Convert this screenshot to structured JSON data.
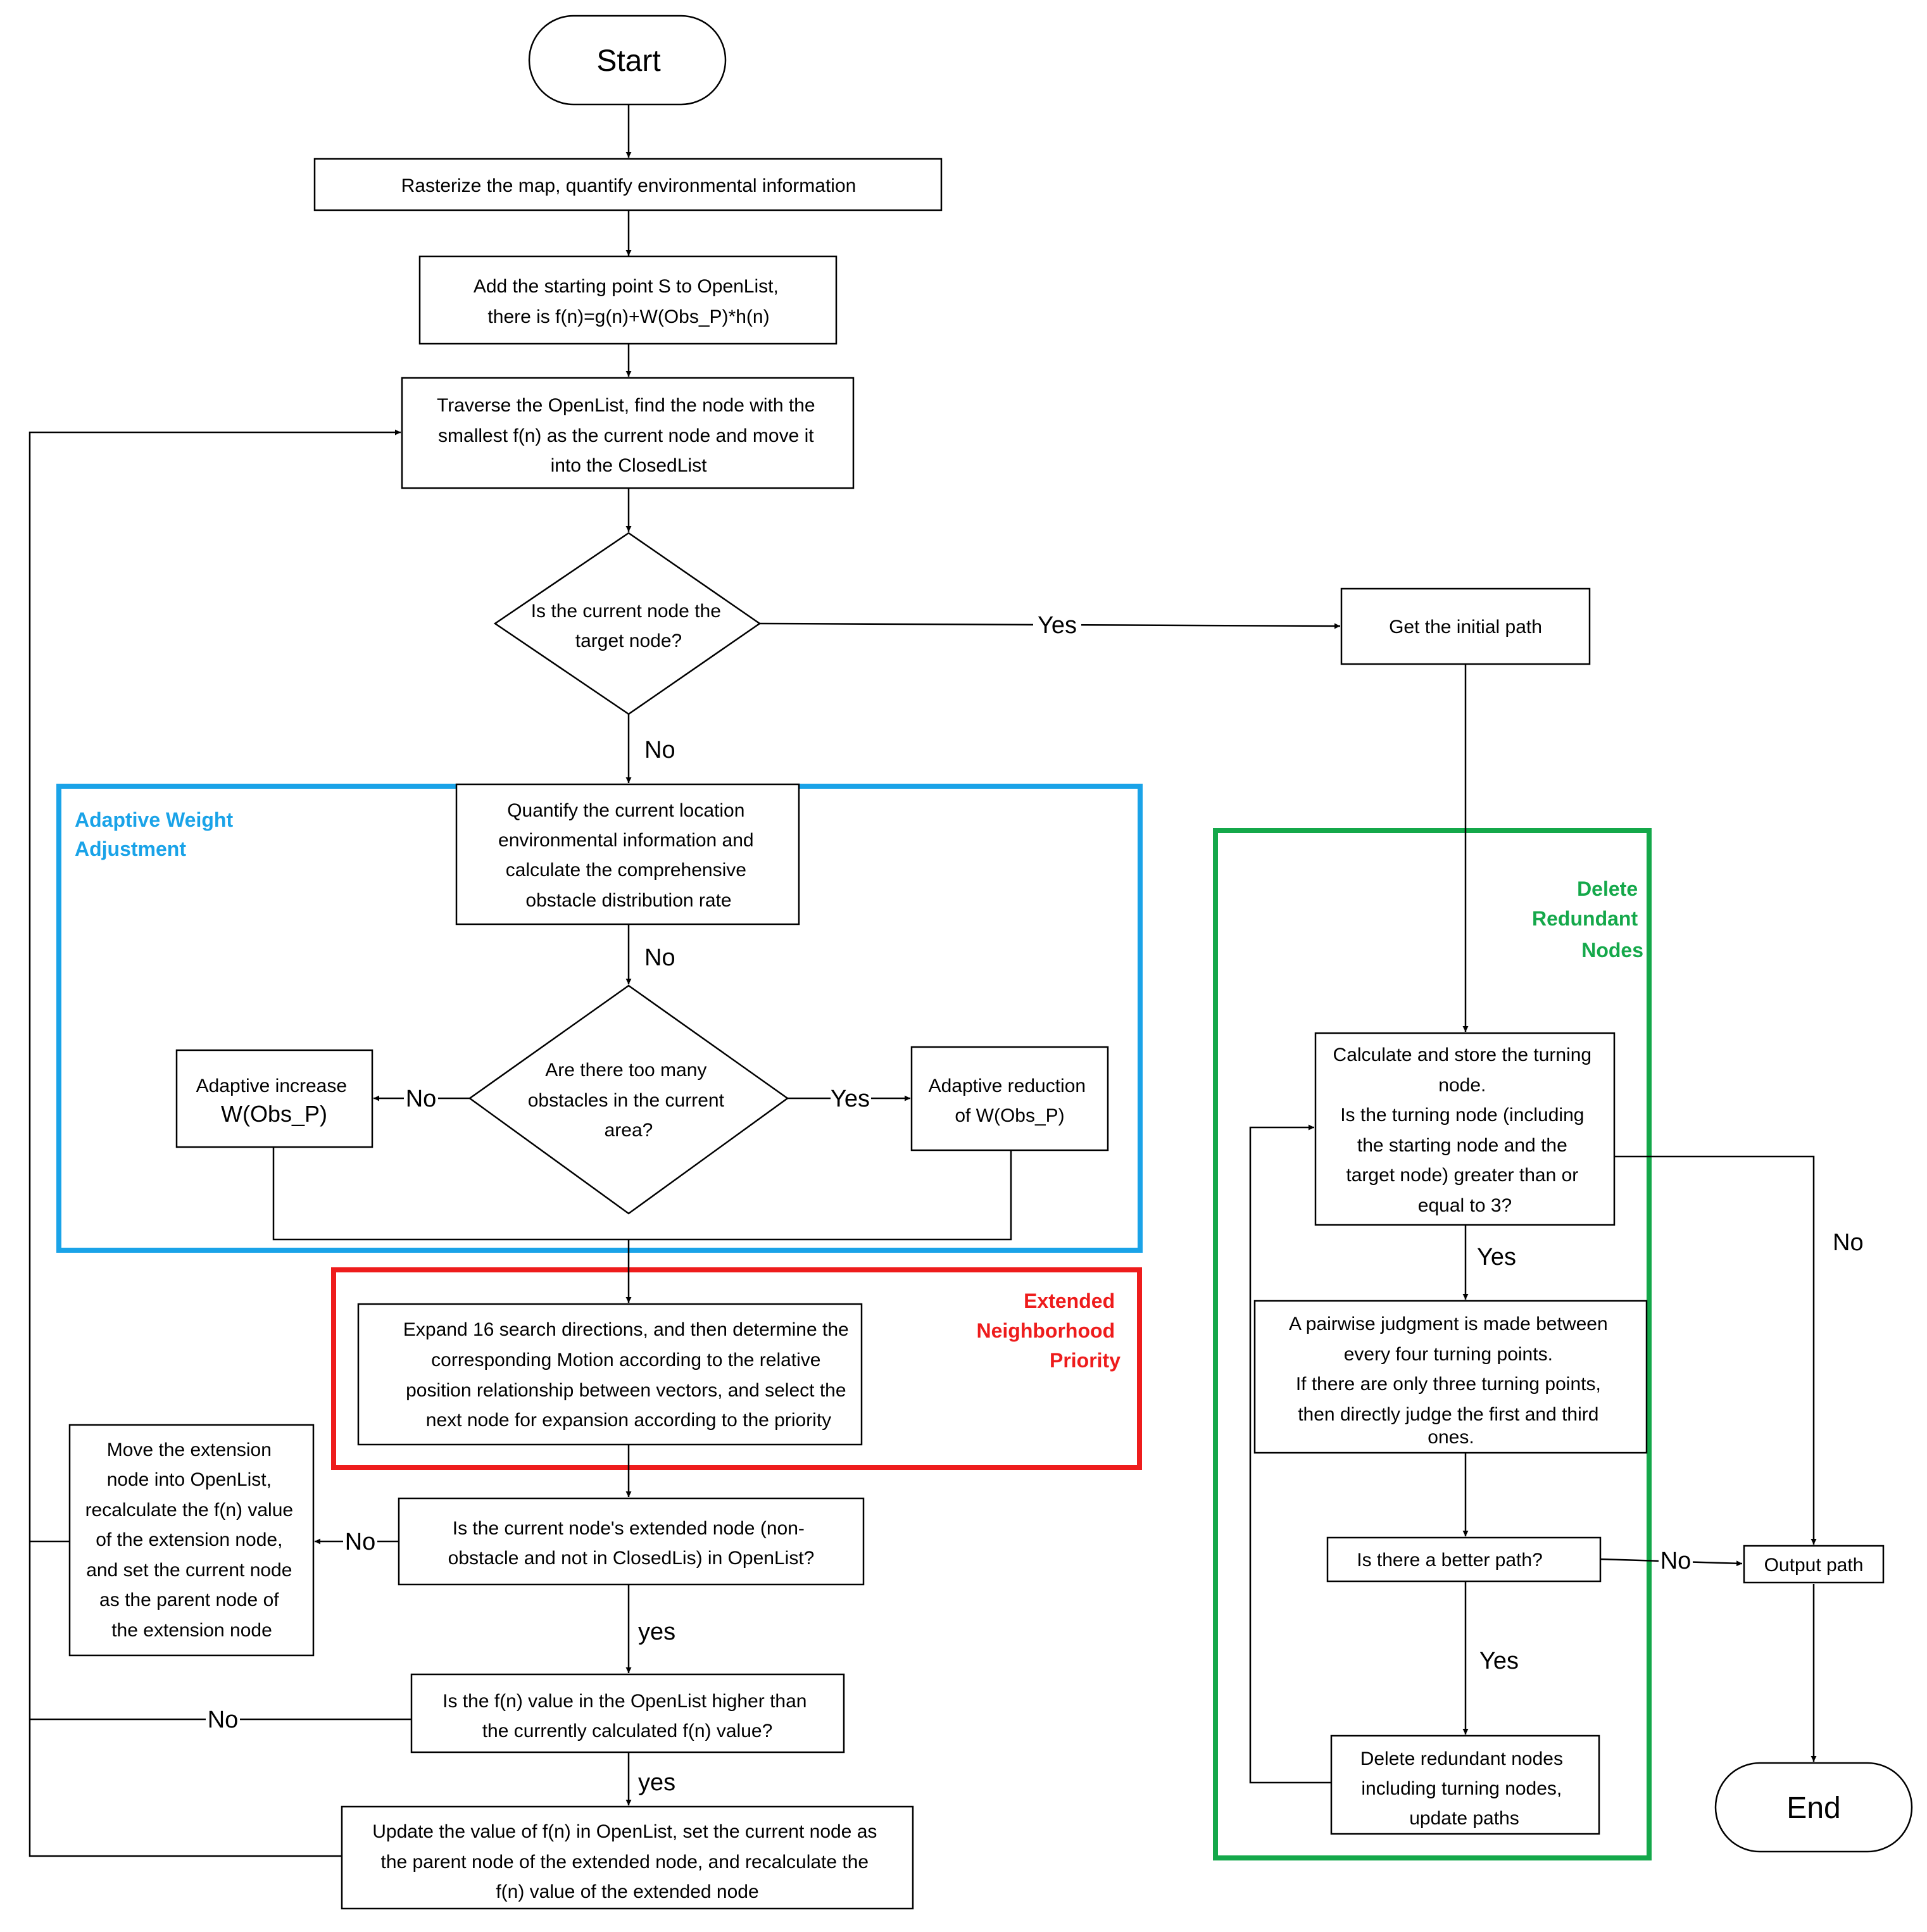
{
  "groups": {
    "adaptive": {
      "lines": [
        "Adaptive Weight",
        "Adjustment"
      ],
      "color": "#1aa3e8"
    },
    "extended": {
      "lines": [
        "Extended",
        "Neighborhood",
        "Priority"
      ],
      "color": "#ee1c1c"
    },
    "delete": {
      "lines": [
        "Delete",
        "Redundant",
        "Nodes"
      ],
      "color": "#14a84a"
    }
  },
  "nodes": {
    "start": {
      "lines": [
        "Start"
      ]
    },
    "rasterize": {
      "lines": [
        "Rasterize the map, quantify environmental information"
      ]
    },
    "add_start": {
      "lines": [
        "Add the starting point S to OpenList,",
        "there is f(n)=g(n)+W(Obs_P)*h(n)"
      ]
    },
    "traverse": {
      "lines": [
        "Traverse the OpenList, find the node with the",
        "smallest f(n) as the current node and move it",
        "into the ClosedList"
      ]
    },
    "is_target": {
      "lines": [
        "Is the current node the",
        "target node?"
      ]
    },
    "initial_path": {
      "lines": [
        "Get the initial path"
      ]
    },
    "quantify": {
      "lines": [
        "Quantify the current location",
        "environmental information and",
        "calculate the comprehensive",
        "obstacle distribution rate"
      ]
    },
    "too_many": {
      "lines": [
        "Are there too many",
        "obstacles in the current",
        "area?"
      ]
    },
    "increase": {
      "lines": [
        "Adaptive increase",
        "W(Obs_P)"
      ]
    },
    "reduction": {
      "lines": [
        "Adaptive reduction",
        "of W(Obs_P)"
      ]
    },
    "expand": {
      "lines": [
        "Expand 16 search directions, and then determine the",
        "corresponding Motion according to the relative",
        "position relationship between vectors, and select the",
        "next node for expansion according to the priority"
      ]
    },
    "move_ext": {
      "lines": [
        "Move the extension",
        "node into OpenList,",
        "recalculate the f(n) value",
        "of the extension node,",
        "and set the current node",
        "as the parent node of",
        "the extension node"
      ]
    },
    "in_openlist": {
      "lines": [
        "Is the current node's extended node (non-",
        "obstacle and not in ClosedLis) in OpenList?"
      ]
    },
    "fn_higher": {
      "lines": [
        "Is the f(n) value in the OpenList higher than",
        "the currently calculated f(n) value?"
      ]
    },
    "update": {
      "lines": [
        "Update the value of f(n) in OpenList, set the current node as",
        "the parent node of the extended node, and recalculate the",
        "f(n) value of the extended node"
      ]
    },
    "calc_turning": {
      "lines": [
        "Calculate and store the turning",
        "node.",
        "Is the turning node (including",
        "the starting node and the",
        "target node) greater than or",
        "equal to 3?"
      ]
    },
    "pairwise": {
      "lines": [
        "A pairwise judgment is made between",
        "every four turning points.",
        "If there are only three turning points,",
        "then directly judge the first and third",
        "ones."
      ]
    },
    "better_path": {
      "lines": [
        "Is there a better path?"
      ]
    },
    "delete_nodes": {
      "lines": [
        "Delete redundant nodes",
        "including turning nodes,",
        "update paths"
      ]
    },
    "output": {
      "lines": [
        "Output path"
      ]
    },
    "end": {
      "lines": [
        "End"
      ]
    }
  },
  "edge_labels": {
    "target_yes": "Yes",
    "target_no": "No",
    "quantify_no": "No",
    "too_many_no": "No",
    "too_many_yes": "Yes",
    "openlist_no": "No",
    "openlist_yes": "yes",
    "higher_no": "No",
    "higher_yes": "yes",
    "turning_yes": "Yes",
    "turning_no": "No",
    "better_no": "No",
    "better_yes": "Yes"
  }
}
